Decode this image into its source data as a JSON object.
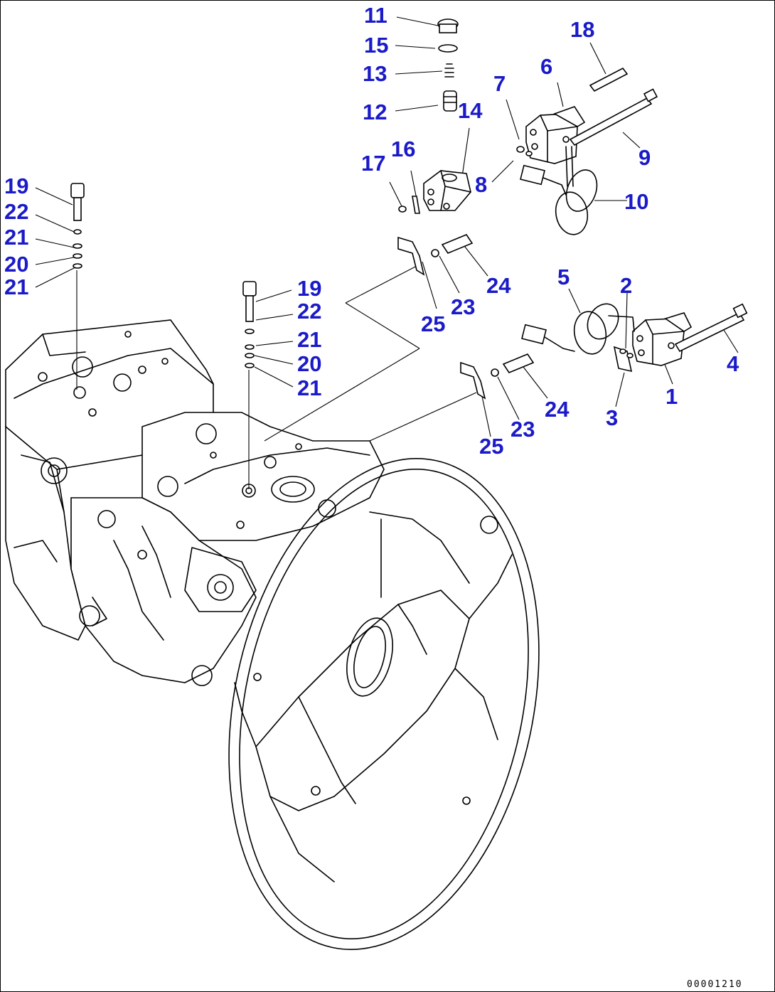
{
  "drawing": {
    "reference_number": "00001210",
    "callout_color": "#1a1ac8",
    "line_color": "#000000",
    "background": "#ffffff"
  },
  "callouts": [
    {
      "id": "c11",
      "text": "11"
    },
    {
      "id": "c15",
      "text": "15"
    },
    {
      "id": "c13",
      "text": "13"
    },
    {
      "id": "c12",
      "text": "12"
    },
    {
      "id": "c14",
      "text": "14"
    },
    {
      "id": "c17",
      "text": "17"
    },
    {
      "id": "c16",
      "text": "16"
    },
    {
      "id": "c7",
      "text": "7"
    },
    {
      "id": "c6",
      "text": "6"
    },
    {
      "id": "c18",
      "text": "18"
    },
    {
      "id": "c9",
      "text": "9"
    },
    {
      "id": "c8",
      "text": "8"
    },
    {
      "id": "c10",
      "text": "10"
    },
    {
      "id": "c19a",
      "text": "19"
    },
    {
      "id": "c22a",
      "text": "22"
    },
    {
      "id": "c21a",
      "text": "21"
    },
    {
      "id": "c20a",
      "text": "20"
    },
    {
      "id": "c21b",
      "text": "21"
    },
    {
      "id": "c19b",
      "text": "19"
    },
    {
      "id": "c22b",
      "text": "22"
    },
    {
      "id": "c21c",
      "text": "21"
    },
    {
      "id": "c20b",
      "text": "20"
    },
    {
      "id": "c21d",
      "text": "21"
    },
    {
      "id": "c24a",
      "text": "24"
    },
    {
      "id": "c23a",
      "text": "23"
    },
    {
      "id": "c25a",
      "text": "25"
    },
    {
      "id": "c5",
      "text": "5"
    },
    {
      "id": "c2",
      "text": "2"
    },
    {
      "id": "c4",
      "text": "4"
    },
    {
      "id": "c1",
      "text": "1"
    },
    {
      "id": "c3",
      "text": "3"
    },
    {
      "id": "c24b",
      "text": "24"
    },
    {
      "id": "c23b",
      "text": "23"
    },
    {
      "id": "c25b",
      "text": "25"
    }
  ]
}
